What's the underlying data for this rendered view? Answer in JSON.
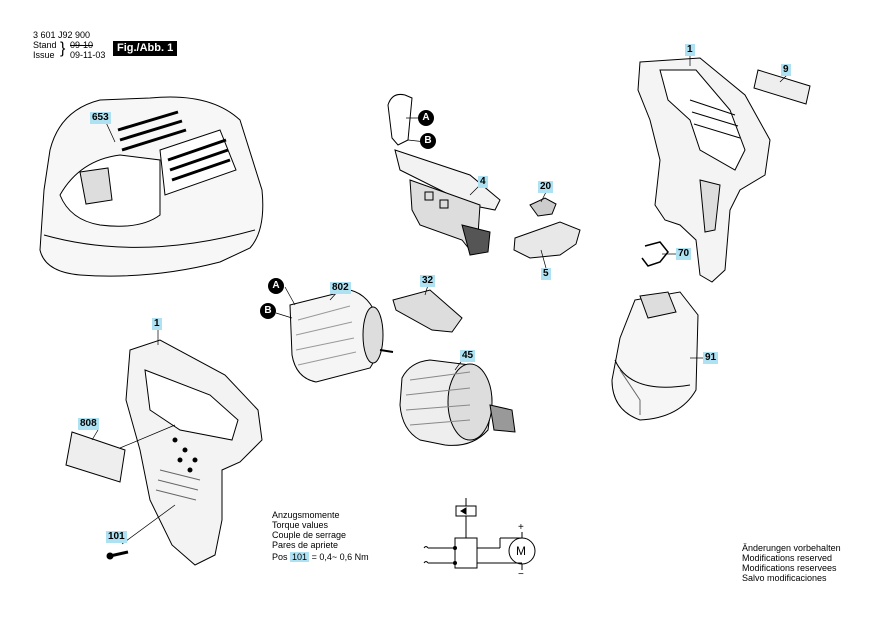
{
  "header": {
    "part_number": "3 601 J92 900",
    "stand_label": "Stand",
    "stand_value": "09-10",
    "issue_label": "Issue",
    "issue_value": "09-11-03",
    "fig_label": "Fig./Abb. 1"
  },
  "callouts": {
    "c653": "653",
    "c4": "4",
    "c20": "20",
    "c5": "5",
    "c1_top": "1",
    "c9": "9",
    "c70": "70",
    "c802": "802",
    "c32": "32",
    "c45": "45",
    "c91": "91",
    "c1_bottom": "1",
    "c808": "808",
    "c101": "101"
  },
  "markers": {
    "a_top": "A",
    "b_top": "B",
    "a_mid": "A",
    "b_mid": "B"
  },
  "torque": {
    "line1": "Anzugsmomente",
    "line2": "Torque values",
    "line3": "Couple de serrage",
    "line4": "Pares de apriete",
    "pos_label": "Pos",
    "pos_ref": "101",
    "pos_value": "=    0,4~ 0,6 Nm"
  },
  "circuit": {
    "plus": "+",
    "minus": "−",
    "motor": "M"
  },
  "notice": {
    "line1": "Änderungen vorbehalten",
    "line2": "Modifications reserved",
    "line3": "Modifications reservees",
    "line4": "Salvo modificaciones"
  }
}
